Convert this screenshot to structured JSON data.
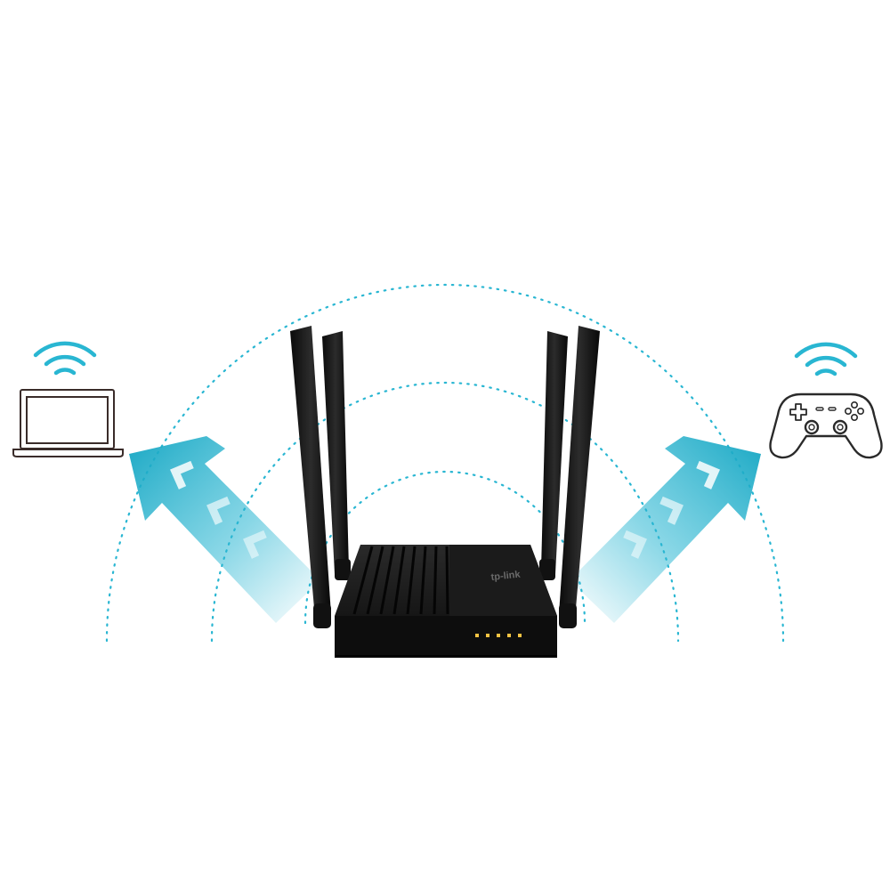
{
  "scene": {
    "background": "#ffffff",
    "accent": "#29b6d2",
    "accent_dark": "#1aa8c4",
    "router_color": "#141414",
    "led_color": "#f6c343",
    "led_count": 5,
    "antenna_count": 4
  },
  "router": {
    "brand_logo": "tp-link"
  },
  "devices": {
    "left": {
      "icon": "laptop-icon",
      "signal_icon": "wifi-icon"
    },
    "right": {
      "icon": "gamepad-icon",
      "signal_icon": "wifi-icon"
    }
  }
}
